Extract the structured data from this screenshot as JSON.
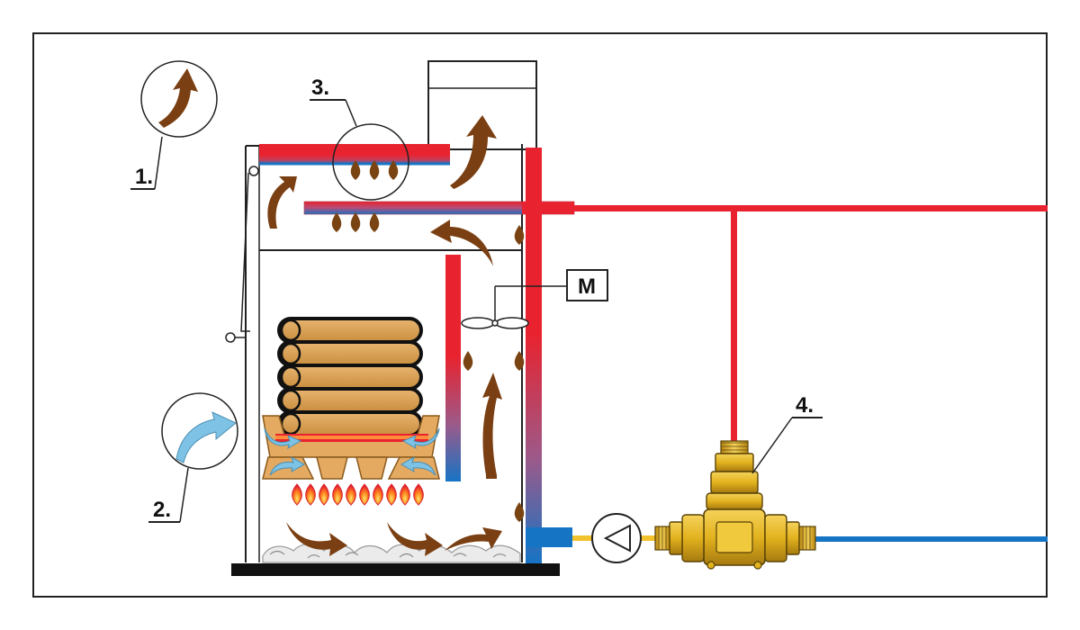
{
  "labels": {
    "callout_1": "1.",
    "callout_2": "2.",
    "callout_3": "3.",
    "callout_4": "4.",
    "motor": "M"
  },
  "colors": {
    "hot": "#e8232f",
    "cold": "#1674c4",
    "arrow_brown": "#7a3f12",
    "air_blue": "#7ec3e6",
    "wood": "#d9a257",
    "brass": "#e2b21e",
    "droplet": "#7a4412"
  },
  "icons": {
    "flue_gas": "arrow-up-right-icon",
    "air_intake": "arrow-right-icon",
    "condensate": "droplet-icon",
    "pump": "pump-triangle-icon",
    "fan": "fan-icon",
    "valve": "three-way-valve-icon"
  }
}
